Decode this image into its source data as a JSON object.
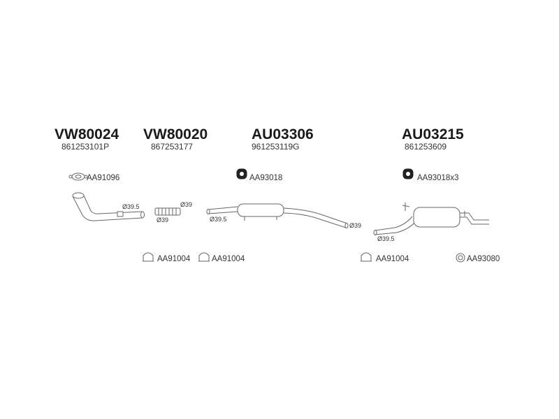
{
  "assemblies": [
    {
      "code": "VW80024",
      "ref": "861253101P"
    },
    {
      "code": "VW80020",
      "ref": "867253177"
    },
    {
      "code": "AU03306",
      "ref": "961253119G"
    },
    {
      "code": "AU03215",
      "ref": "861253609"
    }
  ],
  "parts": {
    "gasket_front": "AA91096",
    "hanger_mid": "AA93018",
    "hanger_rear": "AA93018x3",
    "clamp_1": "AA91004",
    "clamp_2": "AA91004",
    "clamp_3": "AA91004",
    "ring_rear": "AA93080"
  },
  "dimensions": {
    "front_pipe_out": "Ø39.5",
    "flex_in": "Ø39",
    "flex_out": "Ø39",
    "mid_in": "Ø39.5",
    "mid_out": "Ø39",
    "rear_in": "Ø39.5"
  }
}
